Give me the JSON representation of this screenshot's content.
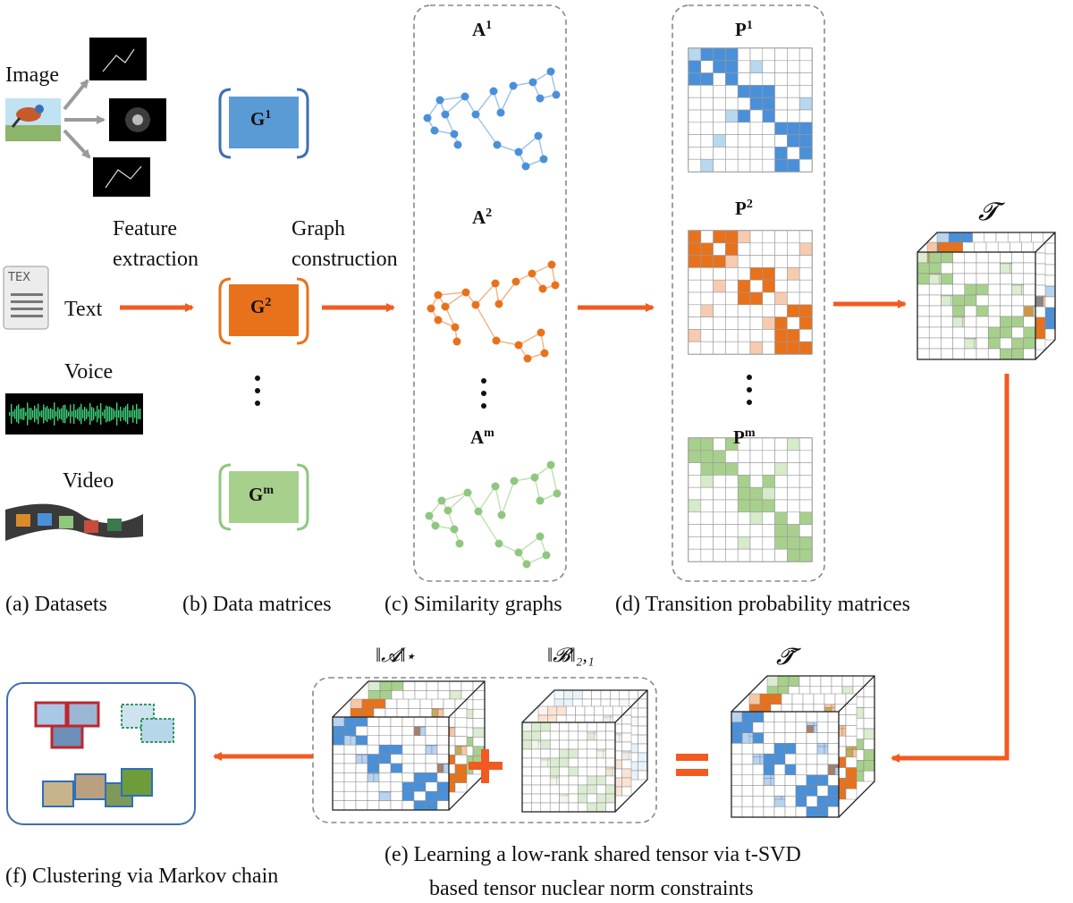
{
  "colors": {
    "blue": "#4a90d9",
    "orange": "#e8721c",
    "green": "#8fc77e",
    "arrow": "#f25a22",
    "box_border": "#888888"
  },
  "datasets": {
    "image_label": "Image",
    "text_label": "Text",
    "voice_label": "Voice",
    "video_label": "Video",
    "tex_icon_text": "TEX"
  },
  "steps": {
    "feature_extraction_line1": "Feature",
    "feature_extraction_line2": "extraction",
    "graph_construction_line1": "Graph",
    "graph_construction_line2": "construction"
  },
  "blocks": {
    "g1": "G",
    "g1_sup": "1",
    "g2": "G",
    "g2_sup": "2",
    "gm": "G",
    "gm_sup": "m",
    "a1": "A",
    "a1_sup": "1",
    "a2": "A",
    "a2_sup": "2",
    "am": "A",
    "am_sup": "m",
    "p1": "P",
    "p1_sup": "1",
    "p2": "P",
    "p2_sup": "2",
    "pm": "P",
    "pm_sup": "m",
    "tensor": "𝓣",
    "tensor_tilde": "𝓣̃",
    "norm_a": "‖𝓐‖⋆",
    "norm_b": "‖𝓑‖₂,₁"
  },
  "captions": {
    "a": "(a) Datasets",
    "b": "(b) Data matrices",
    "c": "(c) Similarity graphs",
    "d": "(d) Transition probability matrices",
    "e_line1": "(e) Learning a low-rank shared tensor via t-SVD",
    "e_line2": "based tensor nuclear norm constraints",
    "f": "(f) Clustering via Markov chain"
  },
  "icons": {
    "image_thumb": "bird-photo-icon",
    "feature_maps": "feature-map-icon",
    "text_doc": "tex-document-icon",
    "voice_wave": "waveform-icon",
    "video_strip": "film-strip-icon",
    "cluster_images": "clustered-images-icon"
  }
}
